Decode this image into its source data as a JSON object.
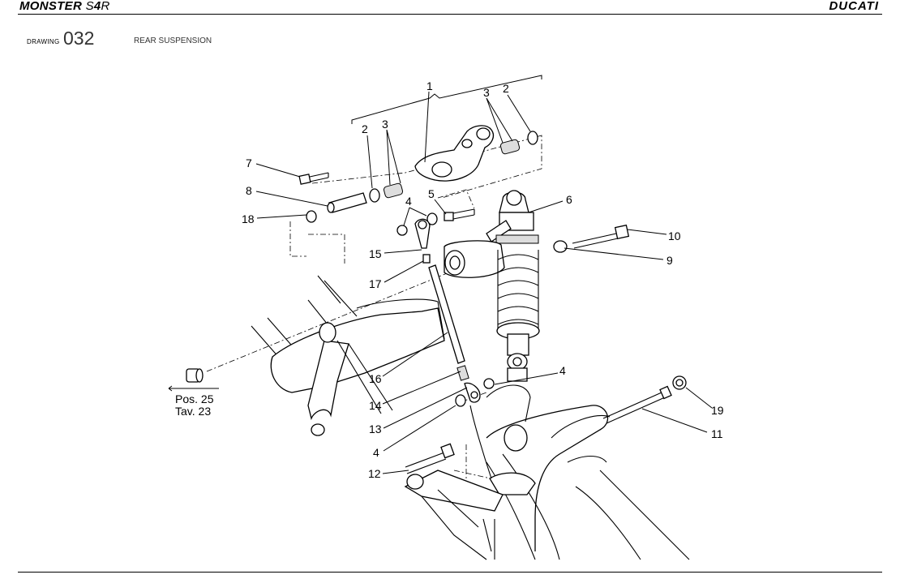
{
  "header": {
    "brand": "MONSTER",
    "model_prefix": "S",
    "model_bold": "4",
    "model_suffix": "R",
    "maker": "DUCATI"
  },
  "drawing": {
    "label": "DRAWING",
    "number": "032",
    "title": "REAR SUSPENSION"
  },
  "callouts": [
    "1",
    "2",
    "3",
    "3",
    "2",
    "7",
    "8",
    "18",
    "4",
    "5",
    "6",
    "10",
    "9",
    "15",
    "17",
    "16",
    "14",
    "13",
    "4",
    "4",
    "12",
    "19",
    "11"
  ],
  "reference": {
    "line1": "Pos. 25",
    "line2": "Tav. 23"
  }
}
